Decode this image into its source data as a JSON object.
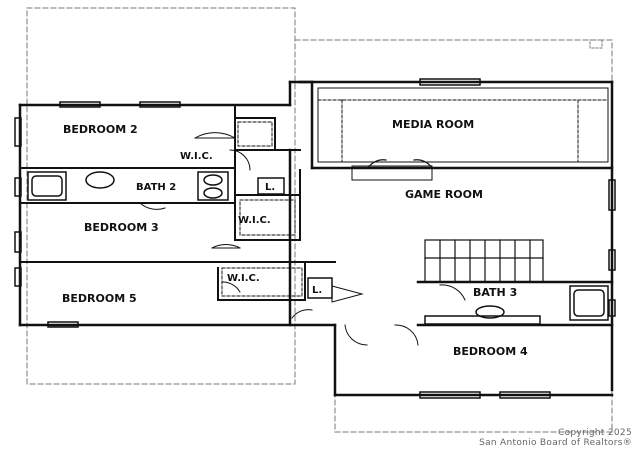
{
  "rooms": {
    "bedroom2": "BEDROOM 2",
    "wic1": "W.I.C.",
    "bath2": "BATH 2",
    "bedroom3": "BEDROOM 3",
    "wic2": "W.I.C.",
    "wic3": "W.I.C.",
    "bedroom5": "BEDROOM 5",
    "media_room": "MEDIA ROOM",
    "game_room": "GAME ROOM",
    "bath3": "BATH 3",
    "bedroom4": "BEDROOM 4",
    "linen1": "L.",
    "linen2": "L."
  },
  "copyright": {
    "line1": "Copyright 2025",
    "line2": "San Antonio Board of Realtors®"
  },
  "colors": {
    "wall": "#111111",
    "dashed": "#777777"
  }
}
